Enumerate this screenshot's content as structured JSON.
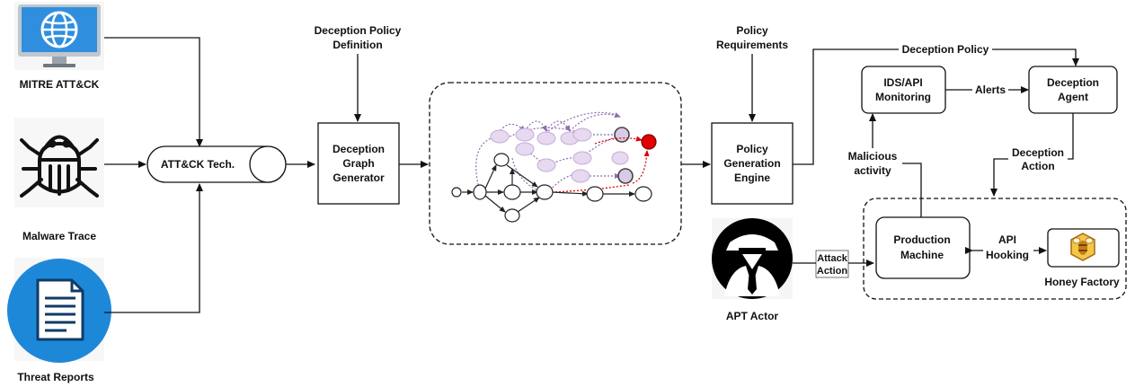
{
  "sources": {
    "mitre": "MITRE ATT&CK",
    "malware": "Malware Trace",
    "threat": "Threat Reports"
  },
  "attck_tech": "ATT&CK Tech.",
  "policy_def": [
    "Deception Policy",
    "Definition"
  ],
  "graph_generator": [
    "Deception",
    "Graph",
    "Generator"
  ],
  "policy_requirements": [
    "Policy",
    "Requirements"
  ],
  "policy_engine": [
    "Policy",
    "Generation",
    "Engine"
  ],
  "deception_policy": "Deception Policy",
  "ids": [
    "IDS/API",
    "Monitoring"
  ],
  "alerts": "Alerts",
  "agent": [
    "Deception",
    "Agent"
  ],
  "deception_action": [
    "Deception",
    "Action"
  ],
  "malicious": [
    "Malicious",
    "activity"
  ],
  "attack_action": [
    "Attack",
    "Action"
  ],
  "production": [
    "Production",
    "Machine"
  ],
  "api_hooking": [
    "API",
    "Hooking"
  ],
  "honey_factory": "Honey Factory",
  "apt_actor": "APT Actor",
  "colors": {
    "icon_blue": "#1e88d8",
    "graph_purple": "#8e6bb0",
    "graph_node_fill": "#e6d9f0",
    "graph_red": "#e00000",
    "line": "#111111"
  },
  "icons": {
    "mitre": "monitor-globe-icon",
    "malware": "bug-icon",
    "threat": "document-icon",
    "apt": "hooded-hacker-icon",
    "honey": "honeycomb-bee-icon"
  }
}
